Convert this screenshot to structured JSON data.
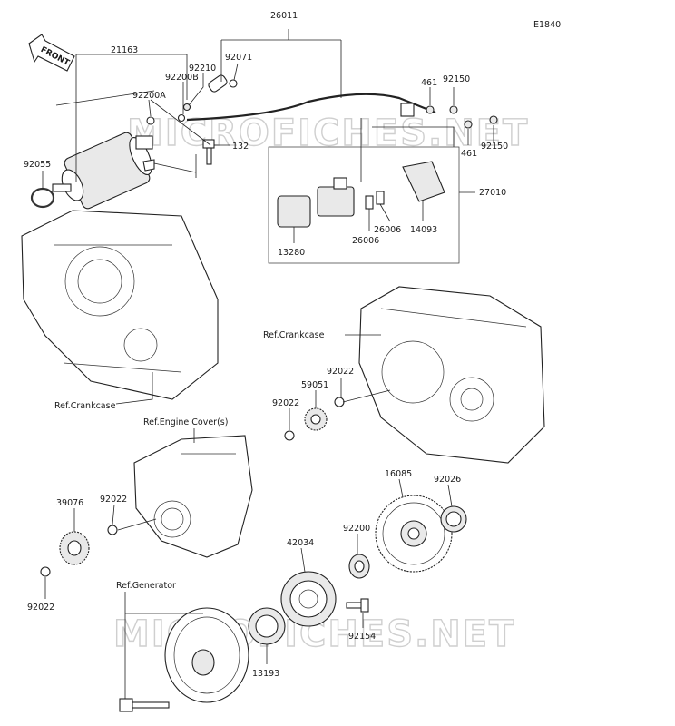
{
  "diagram_code": "E1840",
  "front_label": "FRONT",
  "watermark_top": "MICROFICHES.NET",
  "watermark_bottom": "MICROFICHES.NET",
  "refs": {
    "crankcase_left": "Ref.Crankcase",
    "crankcase_right": "Ref.Crankcase",
    "engine_cover": "Ref.Engine Cover(s)",
    "generator": "Ref.Generator"
  },
  "parts": {
    "p26011": "26011",
    "p21163": "21163",
    "p92071": "92071",
    "p92210": "92210",
    "p92200B": "92200B",
    "p92200A": "92200A",
    "p92055": "92055",
    "p132": "132",
    "p461a": "461",
    "p92150a": "92150",
    "p461b": "461",
    "p92150b": "92150",
    "p27010": "27010",
    "p13280": "13280",
    "p26006a": "26006",
    "p26006b": "26006",
    "p14093": "14093",
    "p92022a": "92022",
    "p59051": "59051",
    "p92022b": "92022",
    "p16085": "16085",
    "p92026": "92026",
    "p39076": "39076",
    "p92022c": "92022",
    "p92022d": "92022",
    "p92200": "92200",
    "p42034": "42034",
    "p92154": "92154",
    "p13193": "13193"
  }
}
